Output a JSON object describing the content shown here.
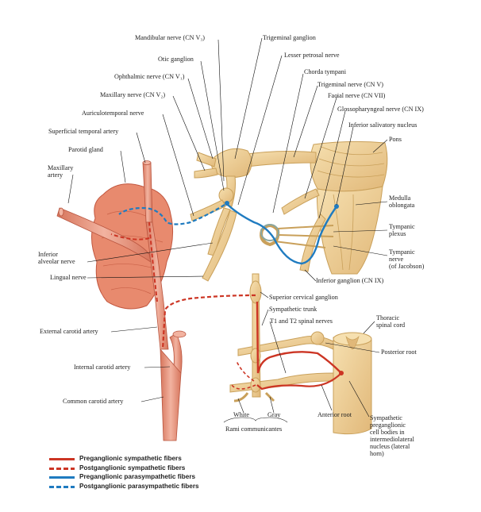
{
  "colors": {
    "nerve": "#f0d39a",
    "nerve_edge": "#c9a05a",
    "artery": "#eaa08a",
    "artery_edge": "#b9553f",
    "gland": "#e88a6e",
    "sympathetic": "#cc3524",
    "parasympathetic": "#1f7bc0",
    "leader": "#111111"
  },
  "labels": {
    "mandibular_nerve": "Mandibular nerve (CN V₃)",
    "otic_ganglion": "Otic ganglion",
    "ophthalmic_nerve": "Ophthalmic nerve (CN V₁)",
    "maxillary_nerve": "Maxillary nerve (CN V₂)",
    "auriculotemporal_nerve": "Auriculotemporal nerve",
    "superficial_temporal_artery": "Superficial temporal artery",
    "parotid_gland": "Parotid gland",
    "maxillary_artery_1": "Maxillary",
    "maxillary_artery_2": "artery",
    "inferior_alveolar_1": "Inferior",
    "inferior_alveolar_2": "alveolar nerve",
    "lingual_nerve": "Lingual nerve",
    "external_carotid": "External carotid artery",
    "internal_carotid": "Internal carotid artery",
    "common_carotid": "Common carotid artery",
    "trigeminal_ganglion": "Trigeminal ganglion",
    "lesser_petrosal": "Lesser petrosal nerve",
    "chorda_tympani": "Chorda tympani",
    "trigeminal_nerve": "Trigeminal nerve (CN V)",
    "facial_nerve": "Facial nerve (CN VII)",
    "glossopharyngeal_nerve": "Glossopharyngeal nerve (CN IX)",
    "inferior_salivatory": "Inferior salivatory nucleus",
    "pons": "Pons",
    "medulla_1": "Medulla",
    "medulla_2": "oblongata",
    "tympanic_plexus_1": "Tympanic",
    "tympanic_plexus_2": "plexus",
    "tympanic_nerve_1": "Tympanic",
    "tympanic_nerve_2": "nerve",
    "tympanic_nerve_3": "(of Jacobson)",
    "inferior_ganglion": "Inferior ganglion (CN IX)",
    "superior_cervical": "Superior cervical ganglion",
    "sympathetic_trunk": "Sympathetic trunk",
    "t1_t2": "T1 and T2 spinal nerves",
    "thoracic_cord_1": "Thoracic",
    "thoracic_cord_2": "spinal cord",
    "posterior_root": "Posterior root",
    "white": "White",
    "gray": "Gray",
    "rami": "Rami communicantes",
    "anterior_root": "Anterior root",
    "symp_cells_1": "Sympathetic",
    "symp_cells_2": "preganglionic",
    "symp_cells_3": "cell bodies in",
    "symp_cells_4": "intermediolateral",
    "symp_cells_5": "nucleus (lateral",
    "symp_cells_6": "horn)"
  },
  "legend": [
    {
      "label": "Preganglionic sympathetic fibers",
      "color": "#cc3524",
      "style": "solid"
    },
    {
      "label": "Postganglionic sympathetic fibers",
      "color": "#cc3524",
      "style": "dashed"
    },
    {
      "label": "Preganglionic parasympathetic fibers",
      "color": "#1f7bc0",
      "style": "solid"
    },
    {
      "label": "Postganglionic parasympathetic fibers",
      "color": "#1f7bc0",
      "style": "dashed"
    }
  ]
}
